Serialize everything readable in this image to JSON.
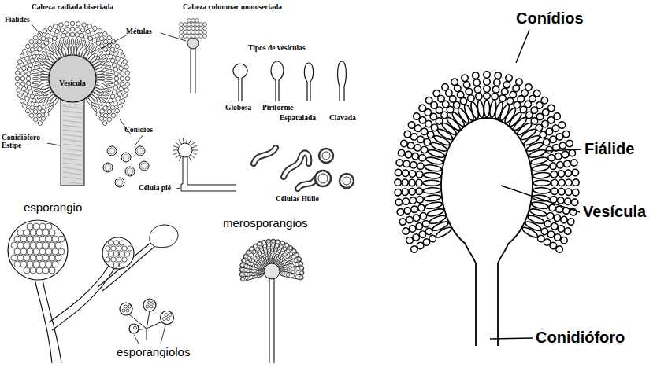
{
  "diagram": {
    "labels": [
      "Cabeza radiada biseriada",
      "Cabeza columnar monoseriada",
      "Fiálides",
      "Métulas",
      "Tipos de vesículas",
      "Vesícula",
      "Globosa",
      "Piriforme",
      "Espatulada",
      "Clavada",
      "Conidios",
      "Conidióforo Estipe",
      "Célula pié",
      "Células Hülle",
      "esporangio",
      "merosporangios",
      "esporangiolos",
      "Conídios",
      "Fiálide",
      "Vesícula",
      "Conidióforo"
    ]
  }
}
